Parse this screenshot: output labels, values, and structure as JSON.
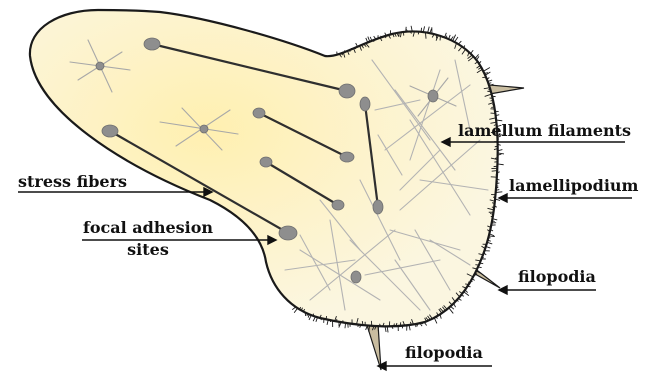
{
  "labels": {
    "lamellum_filaments": "lamellum filaments",
    "lamellipodium": "lamellipodium",
    "stress_fibers": "stress fibers",
    "focal_adhesion_line1": "focal adhesion",
    "focal_adhesion_line2": "sites",
    "filopodia_right": "filopodia",
    "filopodia_bottom": "filopodia"
  },
  "colors": {
    "cell_fill_center": "#fff3c0",
    "cell_fill_edge": "#fdf8dc",
    "outline": "#1a1a1a",
    "stress_fiber": "#333333",
    "adhesion": "#8e8e8e",
    "mesh": "#b5b5b5"
  }
}
